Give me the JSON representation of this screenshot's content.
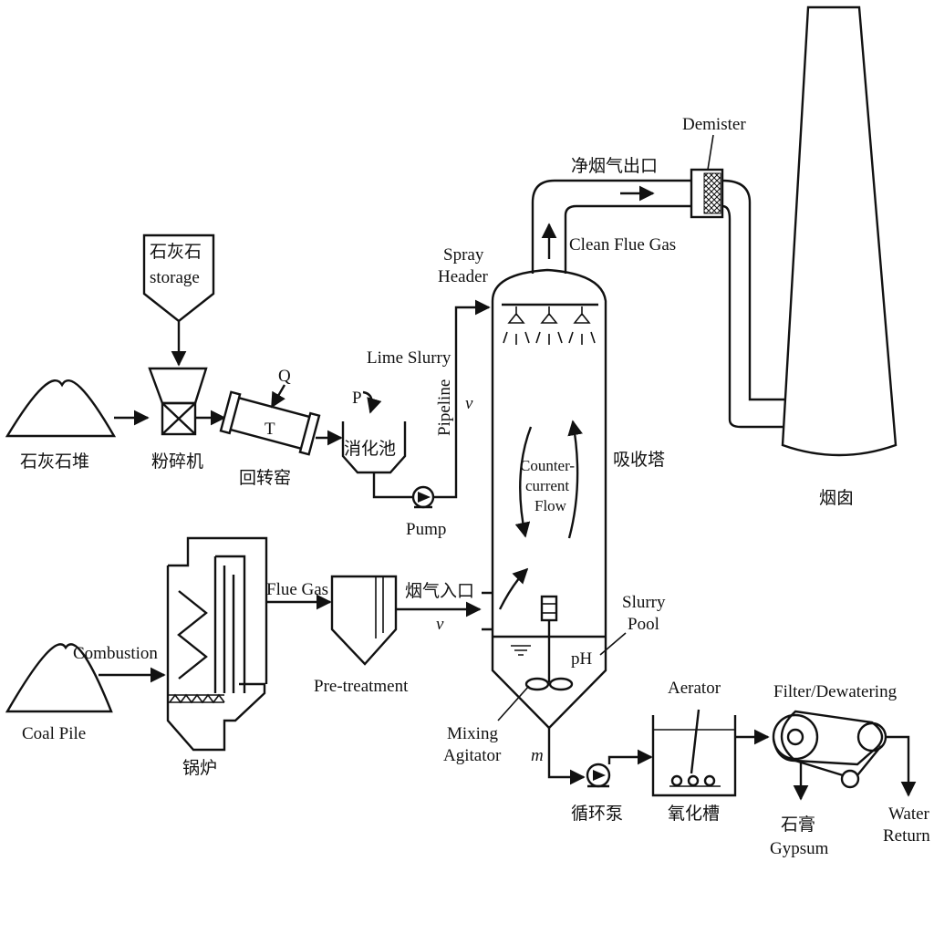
{
  "labels": {
    "limestone_storage_cn": "石灰石",
    "limestone_storage_en": "storage",
    "limestone_pile": "石灰石堆",
    "crusher": "粉碎机",
    "rotary_kiln": "回转窑",
    "kiln_heat": "Q",
    "kiln_temp": "T",
    "slaking_pressure": "P",
    "slaking_tank": "消化池",
    "pump": "Pump",
    "lime_slurry": "Lime Slurry",
    "pipeline": "Pipeline",
    "pipeline_velocity": "v",
    "spray_header_1": "Spray",
    "spray_header_2": "Header",
    "clean_gas_outlet": "净烟气出口",
    "clean_flue_gas": "Clean Flue Gas",
    "demister": "Demister",
    "chimney": "烟囱",
    "absorber": "吸收塔",
    "countercurrent_1": "Counter-",
    "countercurrent_2": "current",
    "countercurrent_3": "Flow",
    "flue_gas_inlet": "烟气入口",
    "inlet_velocity": "v",
    "slurry_pool_1": "Slurry",
    "slurry_pool_2": "Pool",
    "ph": "pH",
    "mixing_agitator_1": "Mixing",
    "mixing_agitator_2": "Agitator",
    "mass_flow": "m",
    "circulation_pump": "循环泵",
    "aerator": "Aerator",
    "oxidation_tank": "氧化槽",
    "filter_dewatering": "Filter/Dewatering",
    "gypsum_cn": "石膏",
    "gypsum_en": "Gypsum",
    "water_return_1": "Water",
    "water_return_2": "Return",
    "coal_pile": "Coal Pile",
    "combustion": "Combustion",
    "boiler": "锅炉",
    "flue_gas": "Flue Gas",
    "pretreatment": "Pre-treatment"
  }
}
